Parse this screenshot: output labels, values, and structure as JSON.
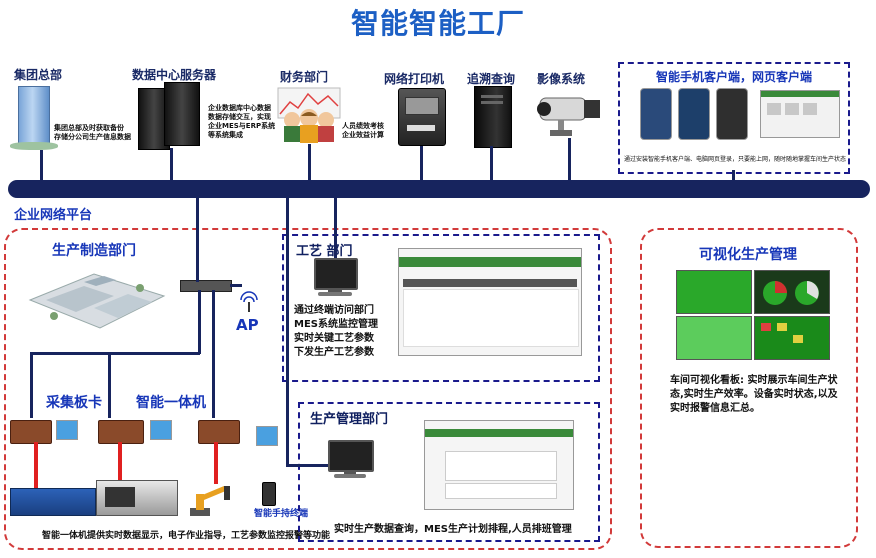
{
  "title": "智能智能工厂",
  "top": {
    "hq": {
      "label": "集团总部",
      "desc": "集团总部及时获取备份\n存储分公司生产信息数据"
    },
    "datacenter": {
      "label": "数据中心服务器",
      "desc": "企业数据库中心数据\n数据存储交互，实现\n企业MES与ERP系统\n等系统集成"
    },
    "finance": {
      "label": "财务部门",
      "desc": "人员绩效考核\n企业效益计算"
    },
    "printer": {
      "label": "网络打印机"
    },
    "trace": {
      "label": "追溯查询"
    },
    "video": {
      "label": "影像系统"
    },
    "mobile": {
      "label": "智能手机客户端，网页客户端",
      "desc": "通过安装智能手机客户端、电脑网页登录，只要能上网，随时随地掌握车间生产状态"
    }
  },
  "network": {
    "label": "企业网络平台"
  },
  "production": {
    "label": "生产制造部门",
    "ap": "AP",
    "card": "采集板卡",
    "allinone": "智能一体机",
    "handheld": "智能手持终端",
    "desc": "智能一体机提供实时数据显示，电子作业指导，工艺参数监控报警等功能"
  },
  "process": {
    "label": "工艺  部门",
    "lines": [
      "通过终端访问部门",
      "MES系统监控管理",
      "实时关键工艺参数",
      "下发生产工艺参数"
    ]
  },
  "prodmgmt": {
    "label": "生产管理部门",
    "desc": "实时生产数据查询，MES生产计划排程,人员排班管理"
  },
  "visual": {
    "label": "可视化生产管理",
    "desc": "车间可视化看板: 实时展示车间生产状态,实时生产效率。设备实时状态,以及实时报警信息汇总。"
  },
  "colors": {
    "bus": "#17245e",
    "title": "#1c5fc4",
    "red_box": "#d23a3a",
    "navy_box": "#1a1a8c",
    "label_blue": "#1736b8"
  }
}
